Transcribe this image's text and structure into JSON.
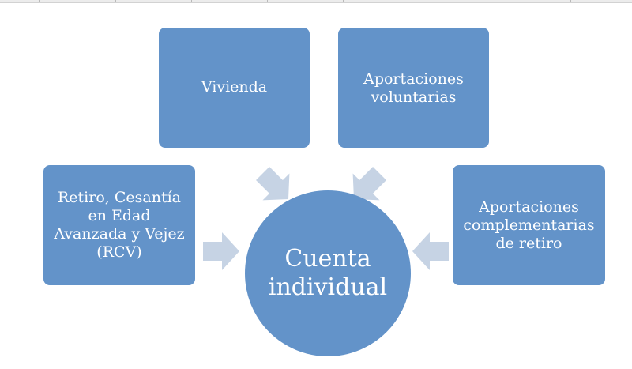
{
  "diagram": {
    "center": "Cuenta\nindividual",
    "boxes": {
      "vivienda": "Vivienda",
      "voluntarias": "Aportaciones\nvoluntarias",
      "rcv": "Retiro, Cesantía\nen Edad\nAvanzada y Vejez\n(RCV)",
      "complementarias": "Aportaciones\ncomplementarias\nde retiro"
    }
  },
  "colors": {
    "box_fill": "#6393c9",
    "arrow_fill": "#c6d3e4",
    "text": "#ffffff"
  }
}
